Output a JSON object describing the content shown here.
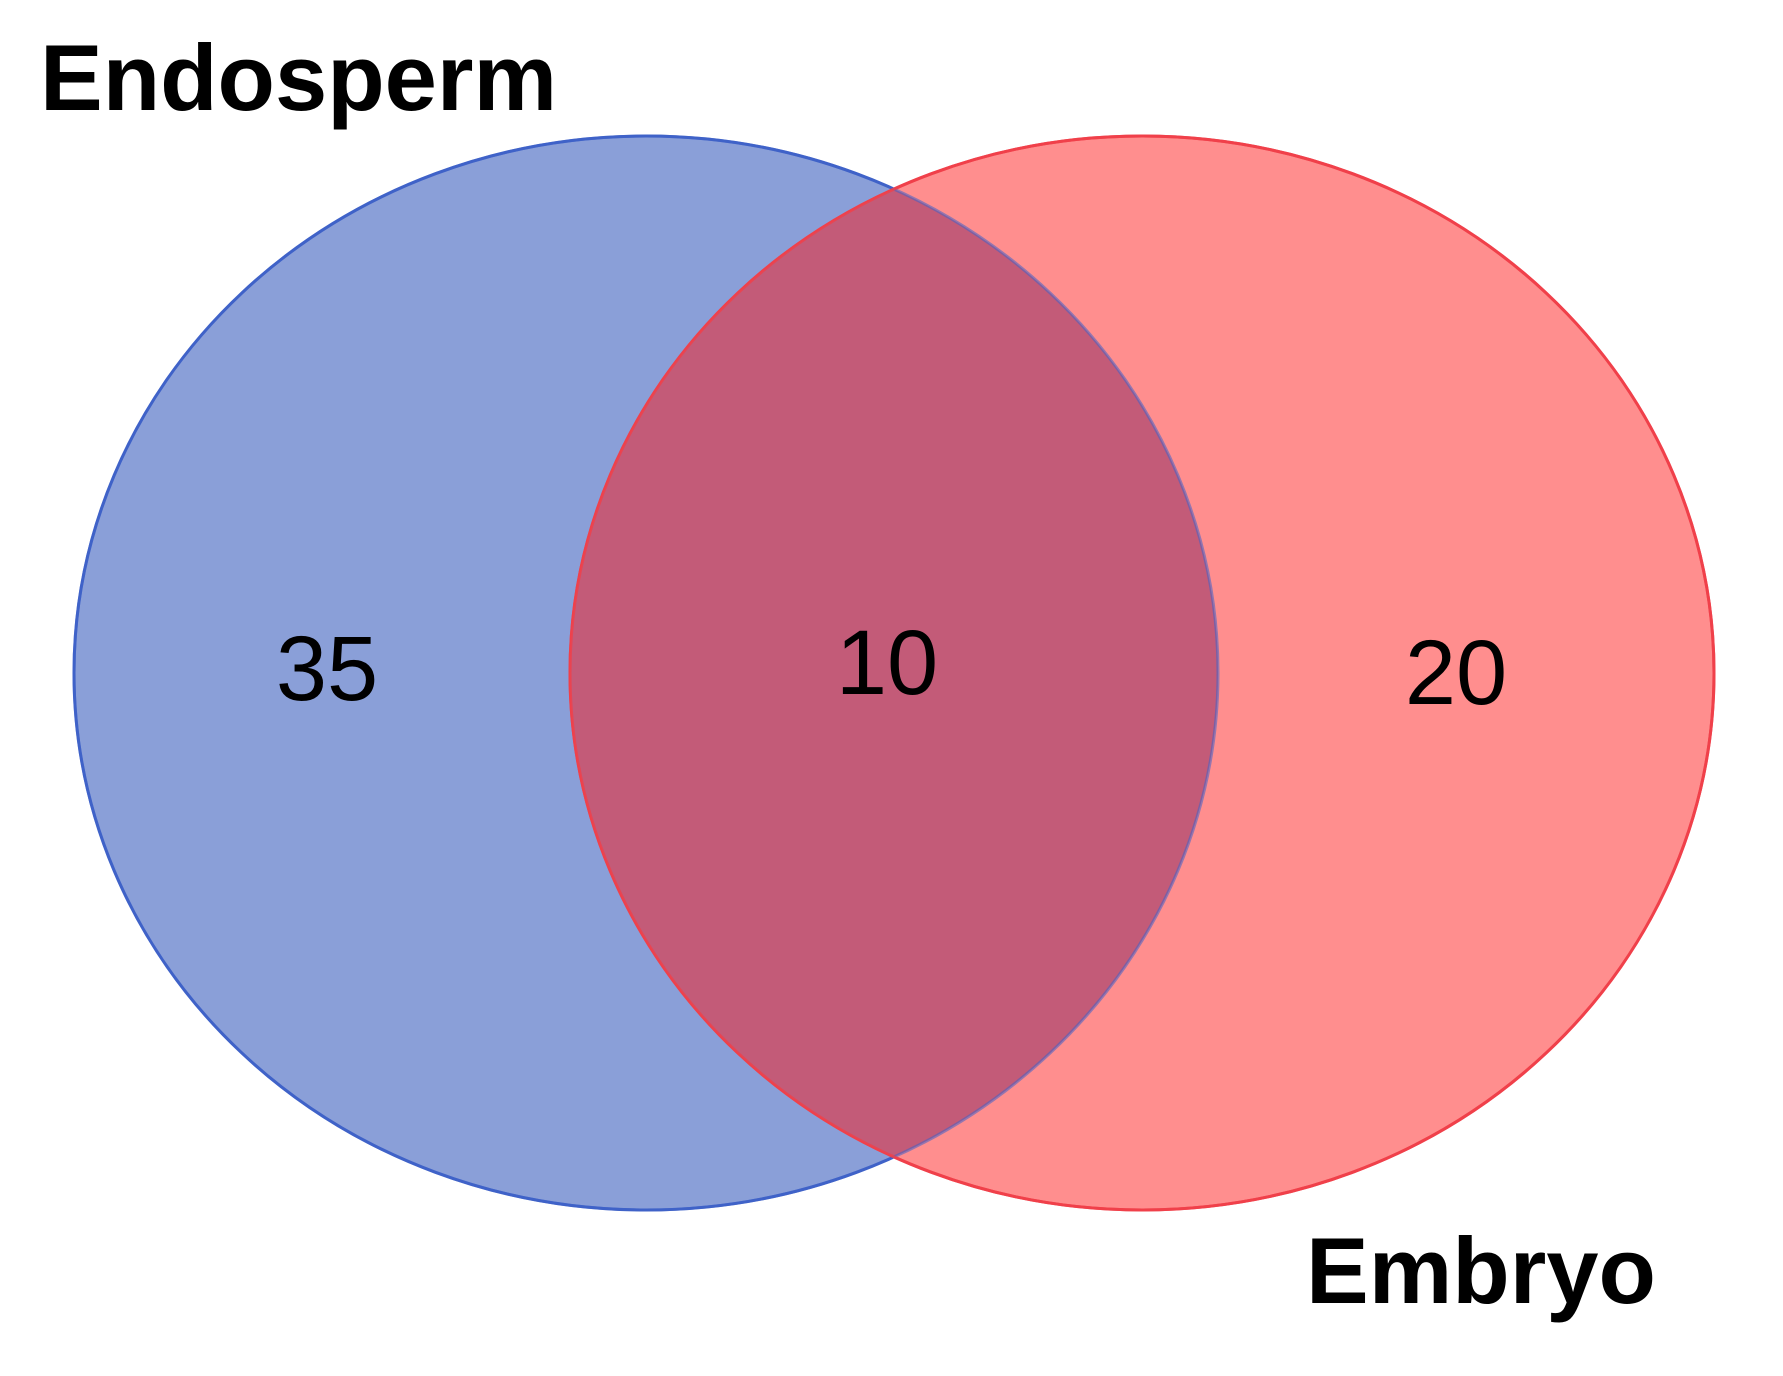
{
  "diagram": {
    "type": "venn",
    "sets": [
      {
        "label": "Endosperm",
        "fill": "#8a9fd8",
        "stroke": "#3f62c8"
      },
      {
        "label": "Embryo",
        "fill": "#ff8e8e",
        "stroke": "#f0404a"
      }
    ],
    "regions": {
      "endosperm_only": 35,
      "both": 10,
      "embryo_only": 20
    },
    "overlap_fill": "#c35b78"
  }
}
